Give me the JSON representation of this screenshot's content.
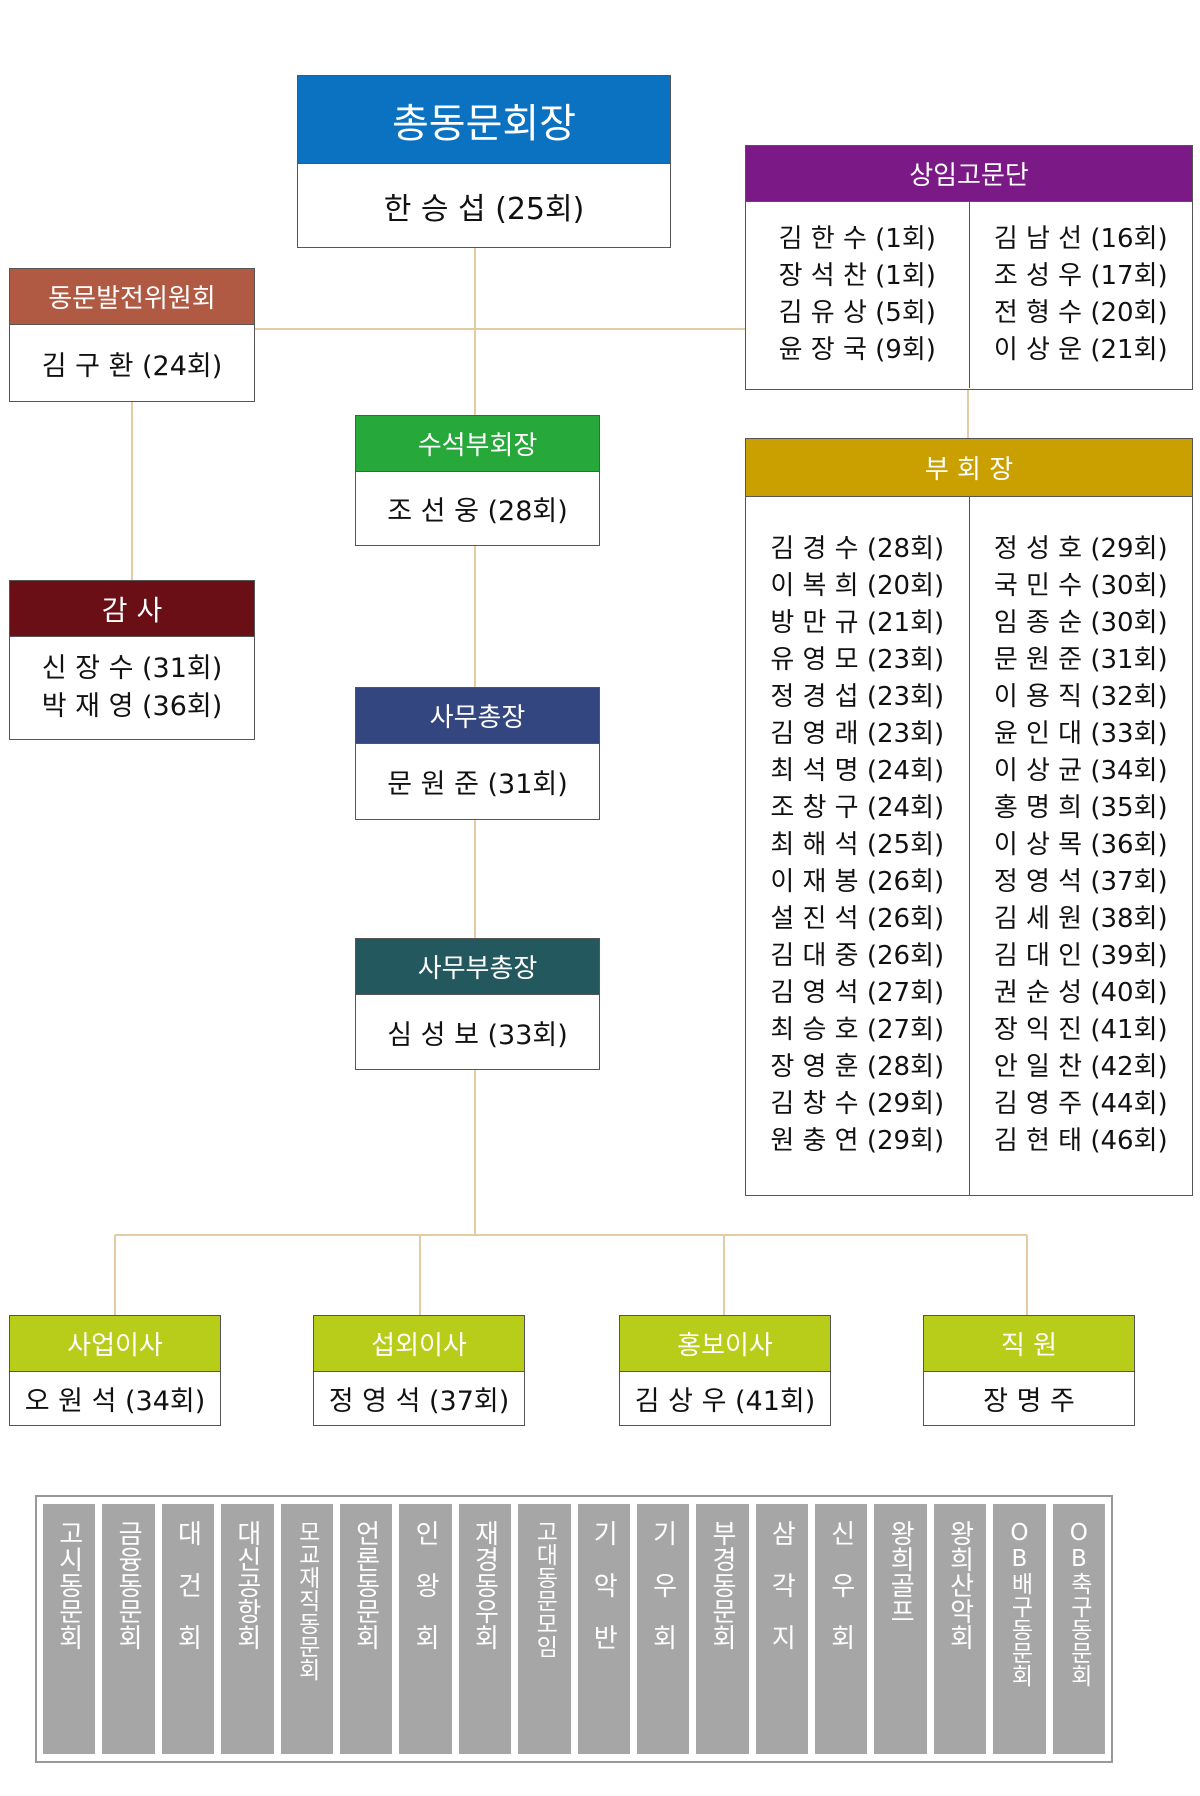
{
  "colors": {
    "line": "#e3cca3",
    "president": "#0a72c1",
    "advisors": "#7b1a86",
    "committee": "#b05a44",
    "senior_vp": "#27a83a",
    "auditor": "#6b0f16",
    "secretary_general": "#34467f",
    "deputy_secretary": "#24585f",
    "vice_presidents": "#c9a000",
    "directors": "#b8cd1a",
    "club": "#a6a6a6"
  },
  "president": {
    "title": "총동문회장",
    "name": "한 승 섭 (25회)"
  },
  "advisors": {
    "title": "상임고문단",
    "left": [
      "김 한 수 (1회)",
      "장 석 찬 (1회)",
      "김 유 상 (5회)",
      "윤 장 국 (9회)"
    ],
    "right": [
      "김 남 선 (16회)",
      "조 성 우 (17회)",
      "전 형 수 (20회)",
      "이 상 운 (21회)"
    ]
  },
  "committee": {
    "title": "동문발전위원회",
    "name": "김 구 환 (24회)"
  },
  "auditor": {
    "title": "감 사",
    "names": [
      "신 장 수 (31회)",
      "박 재 영 (36회)"
    ]
  },
  "senior_vp": {
    "title": "수석부회장",
    "name": "조 선 웅 (28회)"
  },
  "secretary_general": {
    "title": "사무총장",
    "name": "문 원 준 (31회)"
  },
  "deputy_secretary": {
    "title": "사무부총장",
    "name": "심 성 보 (33회)"
  },
  "vice_presidents": {
    "title": "부 회 장",
    "left": [
      "김 경 수 (28회)",
      "이 복 희 (20회)",
      "방 만 규 (21회)",
      "유 영 모 (23회)",
      "정 경 섭 (23회)",
      "김 영 래 (23회)",
      "최 석 명 (24회)",
      "조 창 구 (24회)",
      "최 해 석 (25회)",
      "이 재 봉 (26회)",
      "설 진 석 (26회)",
      "김 대 중 (26회)",
      "김 영 석 (27회)",
      "최 승 호 (27회)",
      "장 영 훈 (28회)",
      "김 창 수 (29회)",
      "원 충 연 (29회)"
    ],
    "right": [
      "정 성 호 (29회)",
      "국 민 수 (30회)",
      "임 종 순 (30회)",
      "문 원 준 (31회)",
      "이 용 직 (32회)",
      "윤 인 대 (33회)",
      "이 상 균 (34회)",
      "홍 명 희 (35회)",
      "이 상 목 (36회)",
      "정 영 석 (37회)",
      "김 세 원 (38회)",
      "김 대 인 (39회)",
      "권 순 성 (40회)",
      "장 익 진 (41회)",
      "안 일 찬 (42회)",
      "김 영 주 (44회)",
      "김 현 태 (46회)"
    ]
  },
  "directors": [
    {
      "title": "사업이사",
      "name": "오 원 석 (34회)"
    },
    {
      "title": "섭외이사",
      "name": "정 영 석 (37회)"
    },
    {
      "title": "홍보이사",
      "name": "김 상 우 (41회)"
    },
    {
      "title": "직 원",
      "name": "장 명 주"
    }
  ],
  "clubs": [
    "고시동문회",
    "금융동문회",
    "대건회",
    "대신공항회",
    "모교재직동문회",
    "언론동문회",
    "인왕회",
    "재경동우회",
    "고대동문모임",
    "기악반",
    "기우회",
    "부경동문회",
    "삼각지",
    "신우회",
    "왕희골프",
    "왕희산악회",
    "OB배구동문회",
    "OB축구동문회"
  ]
}
